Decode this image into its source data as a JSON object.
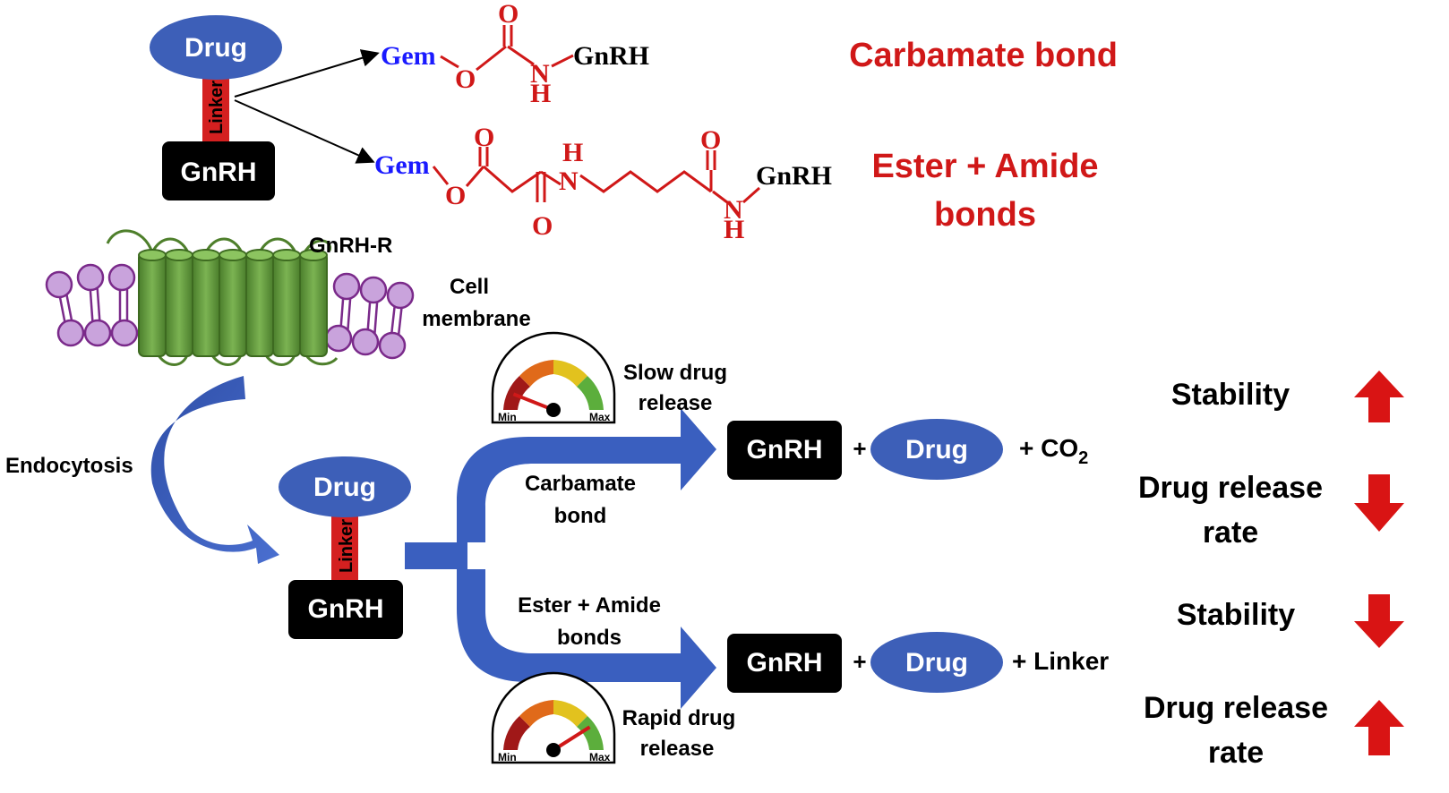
{
  "top_conjugate": {
    "drug_label": "Drug",
    "linker_label": "Linker",
    "gnrh_label": "GnRH"
  },
  "structures": {
    "carbamate": {
      "gem": "Gem",
      "o_carbonyl": "O",
      "o_ether": "O",
      "n": "N",
      "h": "H",
      "gnrh": "GnRH",
      "label": "Carbamate bond"
    },
    "ester_amide": {
      "gem": "Gem",
      "o_ester_carbonyl": "O",
      "o_ester": "O",
      "o_amide1": "O",
      "n1": "N",
      "h1": "H",
      "o_amide2": "O",
      "n2": "N",
      "h2": "H",
      "gnrh": "GnRH",
      "label_line1": "Ester + Amide",
      "label_line2": "bonds"
    }
  },
  "membrane": {
    "receptor_label": "GnRH-R",
    "membrane_label_line1": "Cell",
    "membrane_label_line2": "membrane"
  },
  "endocytosis_label": "Endocytosis",
  "internal_conjugate": {
    "drug_label": "Drug",
    "linker_label": "Linker",
    "gnrh_label": "GnRH"
  },
  "pathways": {
    "carbamate": {
      "label_line1": "Carbamate",
      "label_line2": "bond",
      "gauge_min": "Min",
      "gauge_max": "Max",
      "gauge_level": 0.12,
      "release_line1": "Slow drug",
      "release_line2": "release",
      "product_gnrh": "GnRH",
      "plus1": "+",
      "product_drug": "Drug",
      "byproduct_prefix": "+ CO",
      "byproduct_sub": "2"
    },
    "ester_amide": {
      "label_line1": "Ester + Amide",
      "label_line2": "bonds",
      "gauge_min": "Min",
      "gauge_max": "Max",
      "gauge_level": 0.82,
      "release_line1": "Rapid drug",
      "release_line2": "release",
      "product_gnrh": "GnRH",
      "plus1": "+",
      "product_drug": "Drug",
      "byproduct": "+ Linker"
    }
  },
  "outcomes": {
    "carbamate": {
      "stability": "Stability",
      "stability_direction": "up",
      "release_line1": "Drug release",
      "release_line2": "rate",
      "release_direction": "down"
    },
    "ester_amide": {
      "stability": "Stability",
      "stability_direction": "down",
      "release_line1": "Drug release",
      "release_line2": "rate",
      "release_direction": "up"
    }
  },
  "colors": {
    "drug_blue": "#3d5fb8",
    "arrow_blue": "#3a5fbf",
    "linker_red": "#d42020",
    "chem_red": "#d01818",
    "gem_blue": "#1a1aff",
    "membrane_purple": "#c9a3dc",
    "membrane_edge": "#7a2a8a",
    "receptor_green": "#5f9a3a",
    "arrow_red": "#d91414"
  }
}
